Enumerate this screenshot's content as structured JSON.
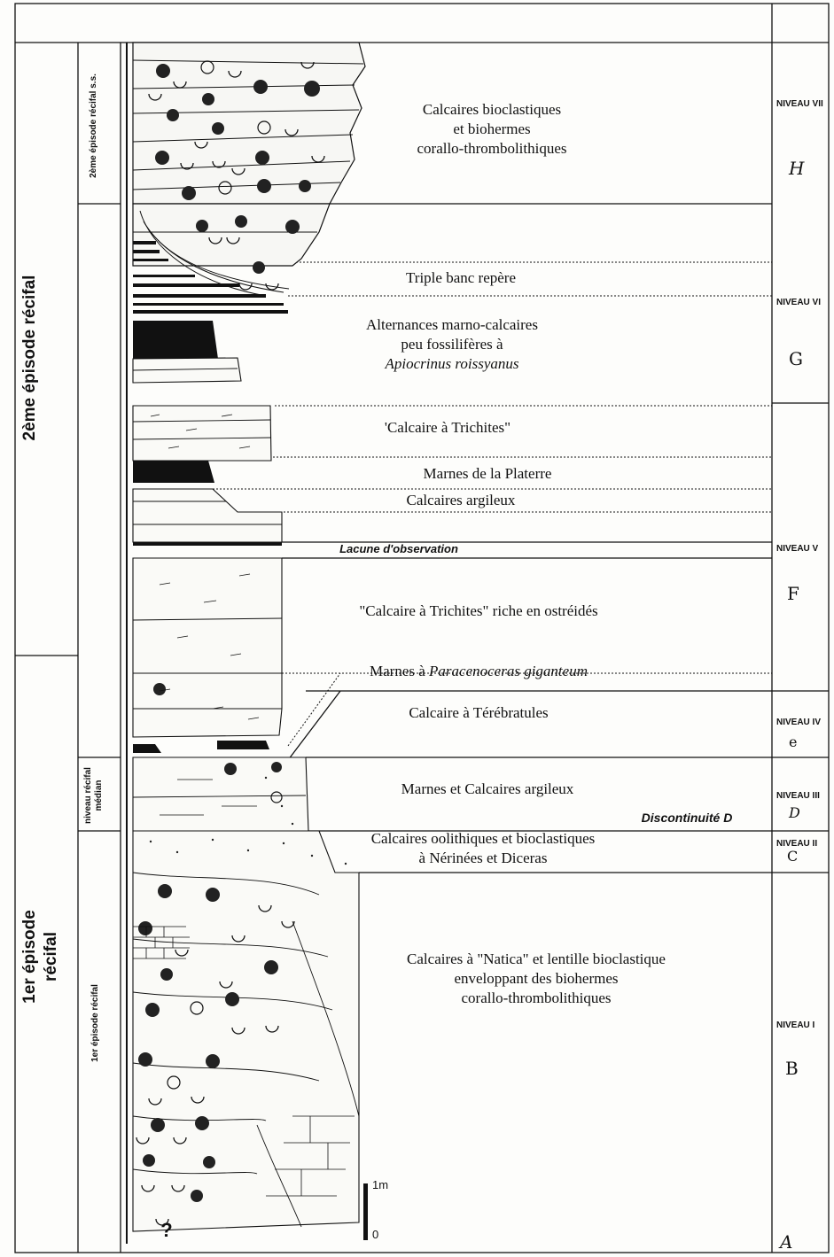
{
  "episodes": {
    "second": "2ème épisode récifal",
    "first": "1er épisode récifal"
  },
  "sub_episodes": {
    "second_ss": "2ème épisode récifal s.s.",
    "median": "niveau récifal médian",
    "first": "1er épisode récifal"
  },
  "units": {
    "u_h": [
      "Calcaires bioclastiques",
      "et biohermes",
      "corallo-thrombolithiques"
    ],
    "u_triple": "Triple banc repère",
    "u_alt": [
      "Alternances marno-calcaires",
      "peu fossilifères à",
      "Apiocrinus roissyanus"
    ],
    "u_trichites": "'Calcaire à Trichites\"",
    "u_platerre": "Marnes de la Platerre",
    "u_argileux": "Calcaires argileux",
    "u_lacune": "Lacune d'observation",
    "u_ostreides": "\"Calcaire à Trichites\" riche en ostréidés",
    "u_paracenoceras_a": "Marnes à ",
    "u_paracenoceras_b": "Paracenoceras giganteum",
    "u_terebratules": "Calcaire à Térébratules",
    "u_marnes": "Marnes et Calcaires argileux",
    "u_discontinuite": "Discontinuité D",
    "u_oolithiques": [
      "Calcaires oolithiques et bioclastiques",
      "à Nérinées et Diceras"
    ],
    "u_natica": [
      "Calcaires à \"Natica\" et lentille bioclastique",
      "enveloppant des biohermes",
      "corallo-thrombolithiques"
    ]
  },
  "niveaux": {
    "vii": "NIVEAU VII",
    "vi": "NIVEAU VI",
    "v": "NIVEAU V",
    "iv": "NIVEAU IV",
    "iii": "NIVEAU III",
    "ii": "NIVEAU II",
    "i": "NIVEAU I"
  },
  "letters": {
    "h": "H",
    "g": "G",
    "f": "F",
    "e": "e",
    "d": "D",
    "c": "C",
    "b": "B",
    "a": "A"
  },
  "scale": {
    "top": "1m",
    "bottom": "0"
  },
  "question_mark": "?"
}
